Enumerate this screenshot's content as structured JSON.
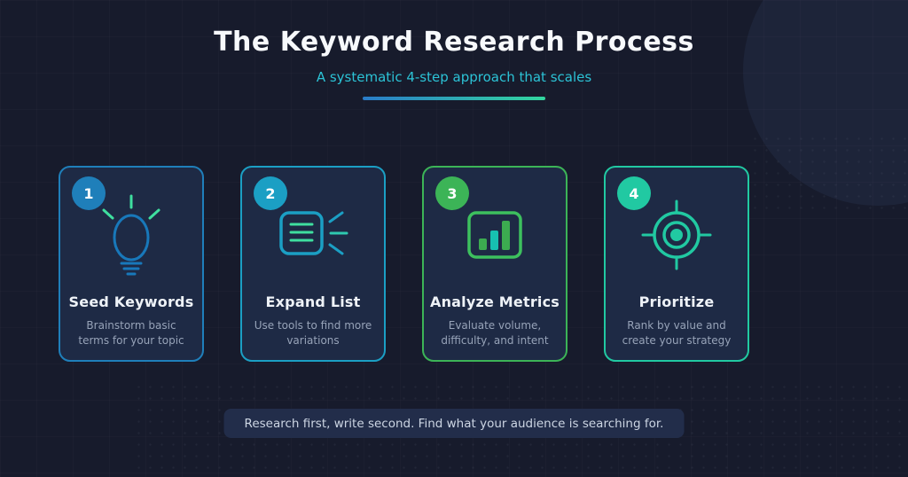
{
  "header": {
    "title": "The Keyword Research Process",
    "subtitle": "A systematic 4-step approach that scales"
  },
  "steps": [
    {
      "number": "1",
      "title": "Seed Keywords",
      "description": "Brainstorm basic terms for your topic",
      "accent": "#1f7fba",
      "icon": "lightbulb-icon"
    },
    {
      "number": "2",
      "title": "Expand List",
      "description": "Use tools to find more variations",
      "accent": "#1b9fc4",
      "icon": "expand-list-icon"
    },
    {
      "number": "3",
      "title": "Analyze Metrics",
      "description": "Evaluate volume, difficulty, and intent",
      "accent": "#3cb457",
      "icon": "bar-chart-icon"
    },
    {
      "number": "4",
      "title": "Prioritize",
      "description": "Rank by value and create your strategy",
      "accent": "#21c9a2",
      "icon": "target-icon"
    }
  ],
  "footer": {
    "note": "Research first, write second. Find what your audience is searching for."
  },
  "colors": {
    "background": "#171b2c",
    "card_background": "#1e2a45",
    "pill_background": "#222d4a",
    "title_text": "#f7f9fc",
    "subtitle_text": "#2cc3d6",
    "description_text": "#97a3b8",
    "underline_gradient_start": "#2a7cc9",
    "underline_gradient_end": "#32d69f",
    "icon_green": "#3fdf9f",
    "icon_blue": "#1878ba",
    "icon_cyan": "#1b9fc4",
    "icon_bar_green": "#3cab50",
    "icon_bar_teal": "#17c0b0"
  }
}
